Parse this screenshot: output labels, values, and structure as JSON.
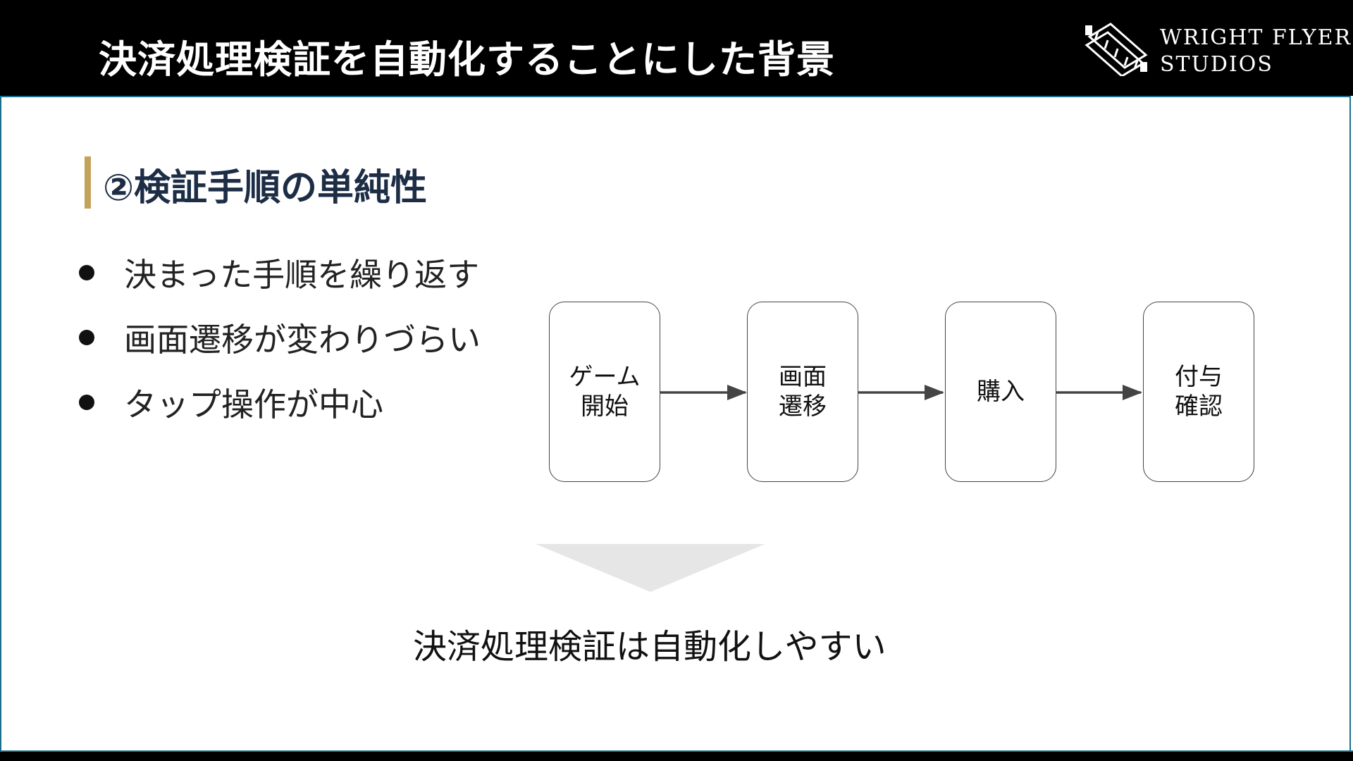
{
  "header": {
    "title": "決済処理検証を自動化することにした背景",
    "logo_line1": "WRIGHT FLYER",
    "logo_line2": "STUDIOS"
  },
  "section": {
    "title": "②検証手順の単純性"
  },
  "bullets": [
    "決まった手順を繰り返す",
    "画面遷移が変わりづらい",
    "タップ操作が中心"
  ],
  "flow": {
    "steps": [
      "ゲーム\n開始",
      "画面\n遷移",
      "購入",
      "付与\n確認"
    ]
  },
  "conclusion": "決済処理検証は自動化しやすい",
  "colors": {
    "header_bg": "#000000",
    "accent": "#c2a35a",
    "section_title": "#1c2d45",
    "frame_border": "#1b6f8a"
  }
}
